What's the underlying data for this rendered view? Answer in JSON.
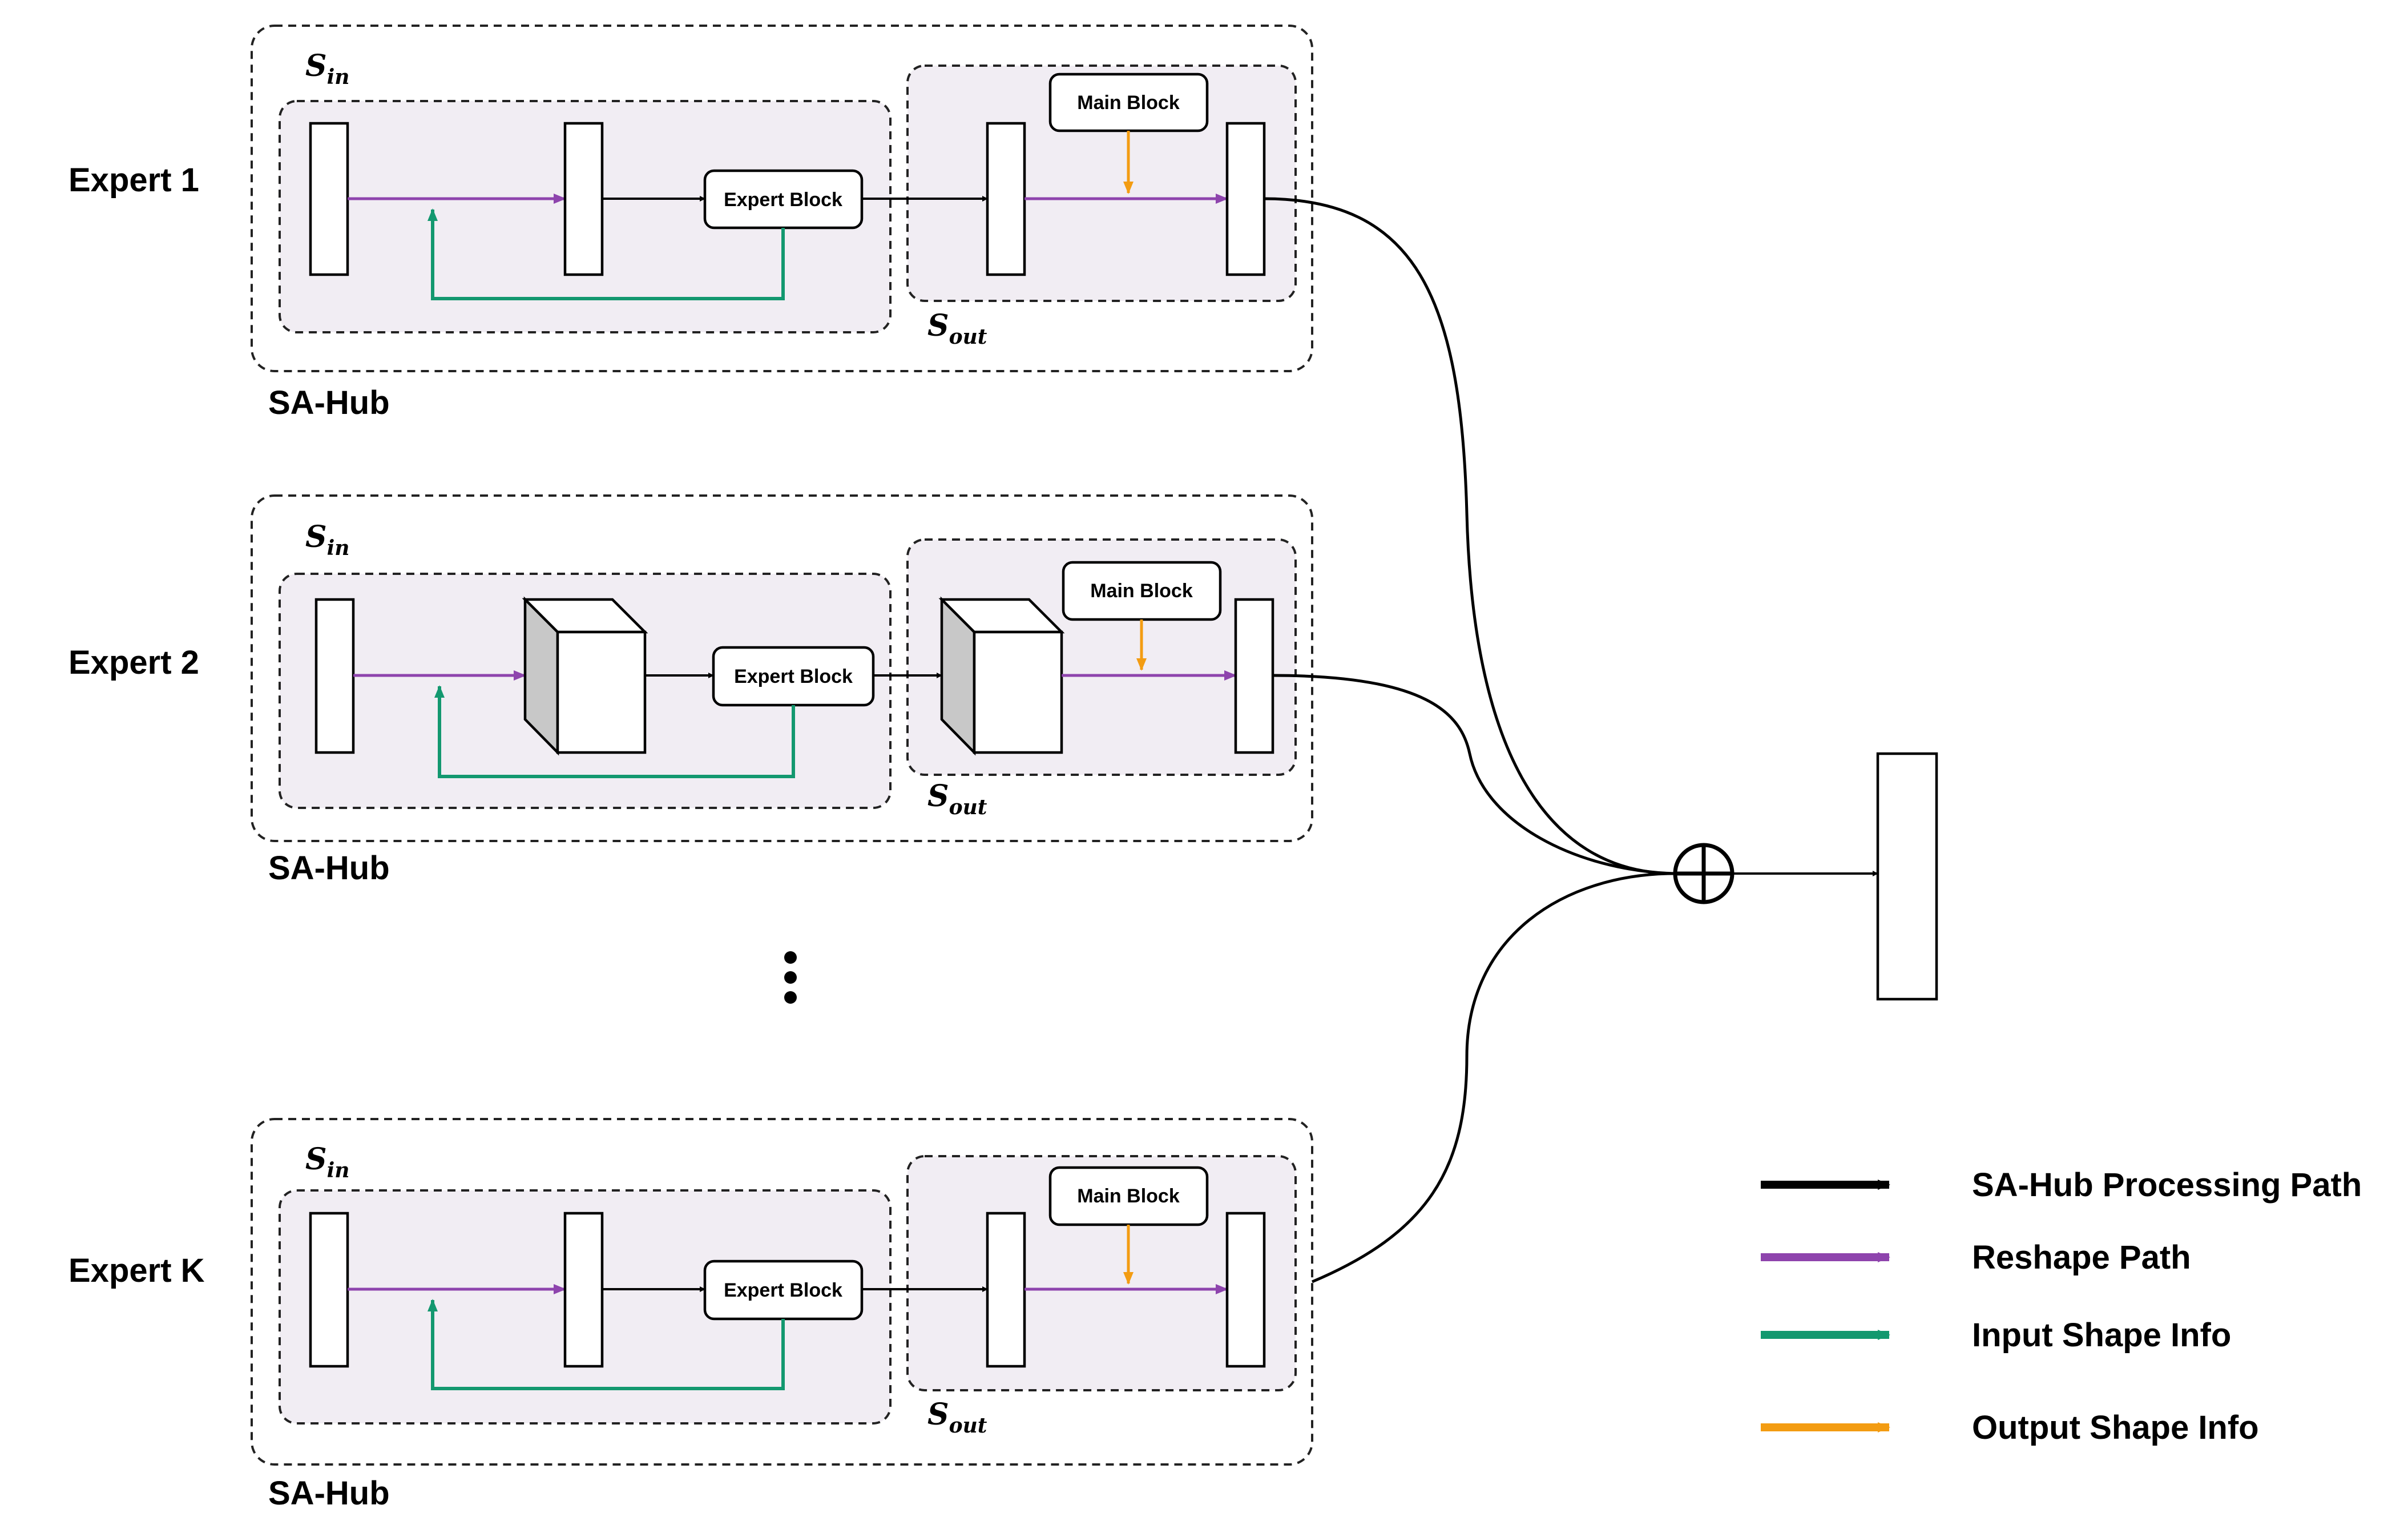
{
  "experts": [
    {
      "label": "Expert 1",
      "hub_label": "SA-Hub",
      "variant": "flat",
      "expert_block": "Expert Block",
      "main_block": "Main Block",
      "s_in": {
        "base": "S",
        "sub": "in"
      },
      "s_out": {
        "base": "S",
        "sub": "out"
      }
    },
    {
      "label": "Expert 2",
      "hub_label": "SA-Hub",
      "variant": "cube",
      "expert_block": "Expert Block",
      "main_block": "Main Block",
      "s_in": {
        "base": "S",
        "sub": "in"
      },
      "s_out": {
        "base": "S",
        "sub": "out"
      }
    },
    {
      "label": "Expert K",
      "hub_label": "SA-Hub",
      "variant": "flat",
      "expert_block": "Expert Block",
      "main_block": "Main Block",
      "s_in": {
        "base": "S",
        "sub": "in"
      },
      "s_out": {
        "base": "S",
        "sub": "out"
      }
    }
  ],
  "ellipsis": "⋮",
  "aggregator_icon": "circled-plus-icon",
  "legend": [
    {
      "label": "SA-Hub Processing Path",
      "color": "#000000"
    },
    {
      "label": "Reshape Path",
      "color": "#8e44ad"
    },
    {
      "label": "Input Shape Info",
      "color": "#13986f"
    },
    {
      "label": "Output Shape Info",
      "color": "#f39c12"
    }
  ]
}
